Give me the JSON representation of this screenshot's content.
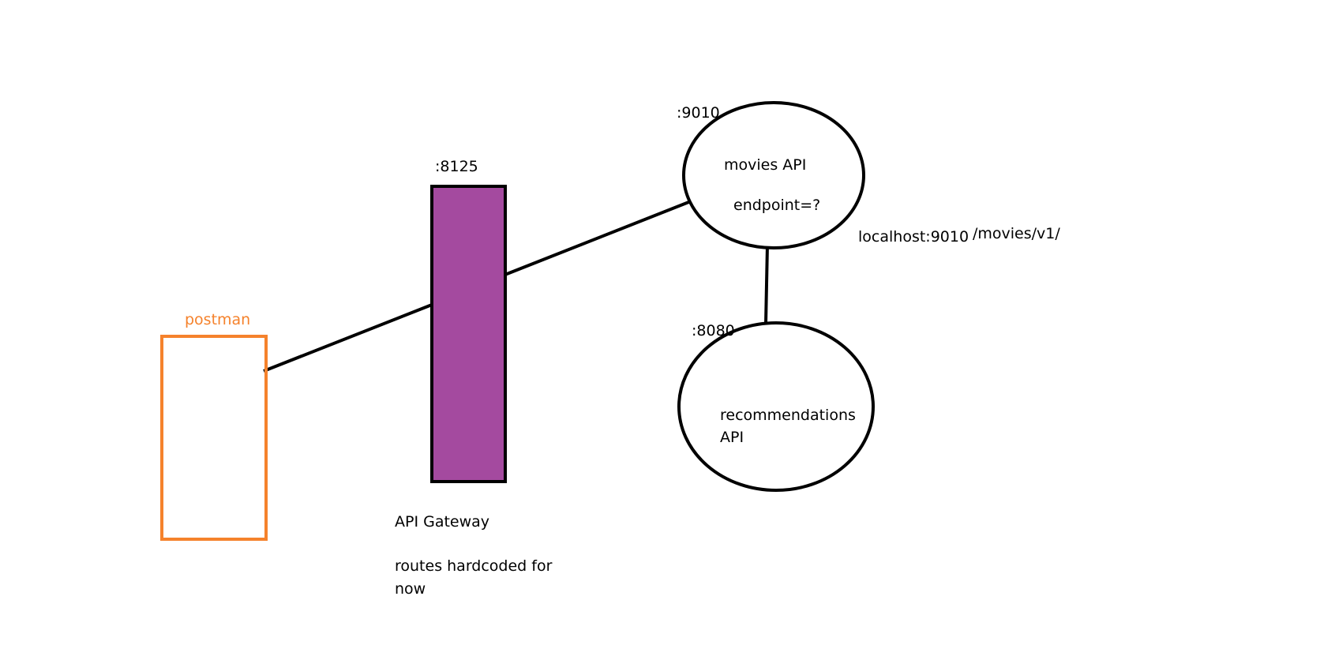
{
  "nodes": {
    "postman": {
      "label": "postman",
      "color": "#f5822c"
    },
    "gateway": {
      "port": ":8125",
      "fill": "#a44a9f",
      "title": "API Gateway",
      "note_line1": "routes hardcoded for",
      "note_line2": "now"
    },
    "movies": {
      "port": ":9010",
      "label": "movies API",
      "endpoint": "endpoint=?",
      "address": "localhost:9010",
      "path": "/movies/v1/"
    },
    "recommendations": {
      "port": ":8080",
      "label_line1": "recommendations",
      "label_line2": "API"
    }
  },
  "edges": [
    {
      "from": "postman",
      "to": "gateway"
    },
    {
      "from": "gateway",
      "to": "movies"
    },
    {
      "from": "movies",
      "to": "recommendations"
    }
  ],
  "colors": {
    "stroke": "#000000",
    "postman_border": "#f5822c",
    "gateway_fill": "#a44a9f"
  }
}
